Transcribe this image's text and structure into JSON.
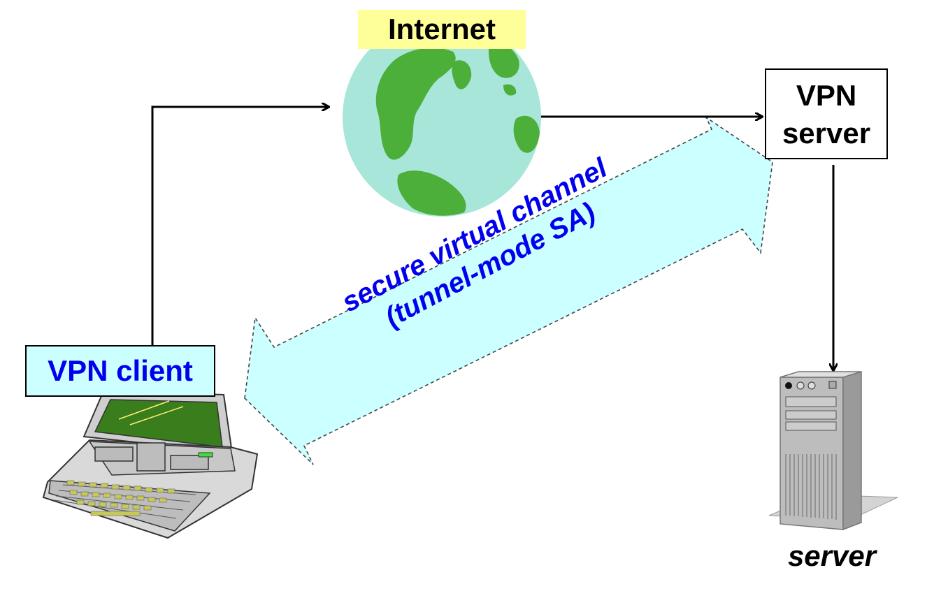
{
  "internet_label": "Internet",
  "vpn_server_label": [
    "VPN",
    "server"
  ],
  "vpn_client_label": "VPN client",
  "channel_label": [
    "secure virtual channel",
    "(tunnel-mode SA)"
  ],
  "server_caption": "server",
  "colors": {
    "internet_label_bg": "#ffff99",
    "vpn_client_bg": "#ccffff",
    "channel_fill": "#ccffff",
    "channel_text": "#0000ee",
    "globe_ocean": "#a8e6d9",
    "globe_land": "#4caf3a",
    "laptop_screen": "#3a7d1c"
  },
  "icons": [
    "globe-icon",
    "laptop-icon",
    "server-tower-icon"
  ]
}
